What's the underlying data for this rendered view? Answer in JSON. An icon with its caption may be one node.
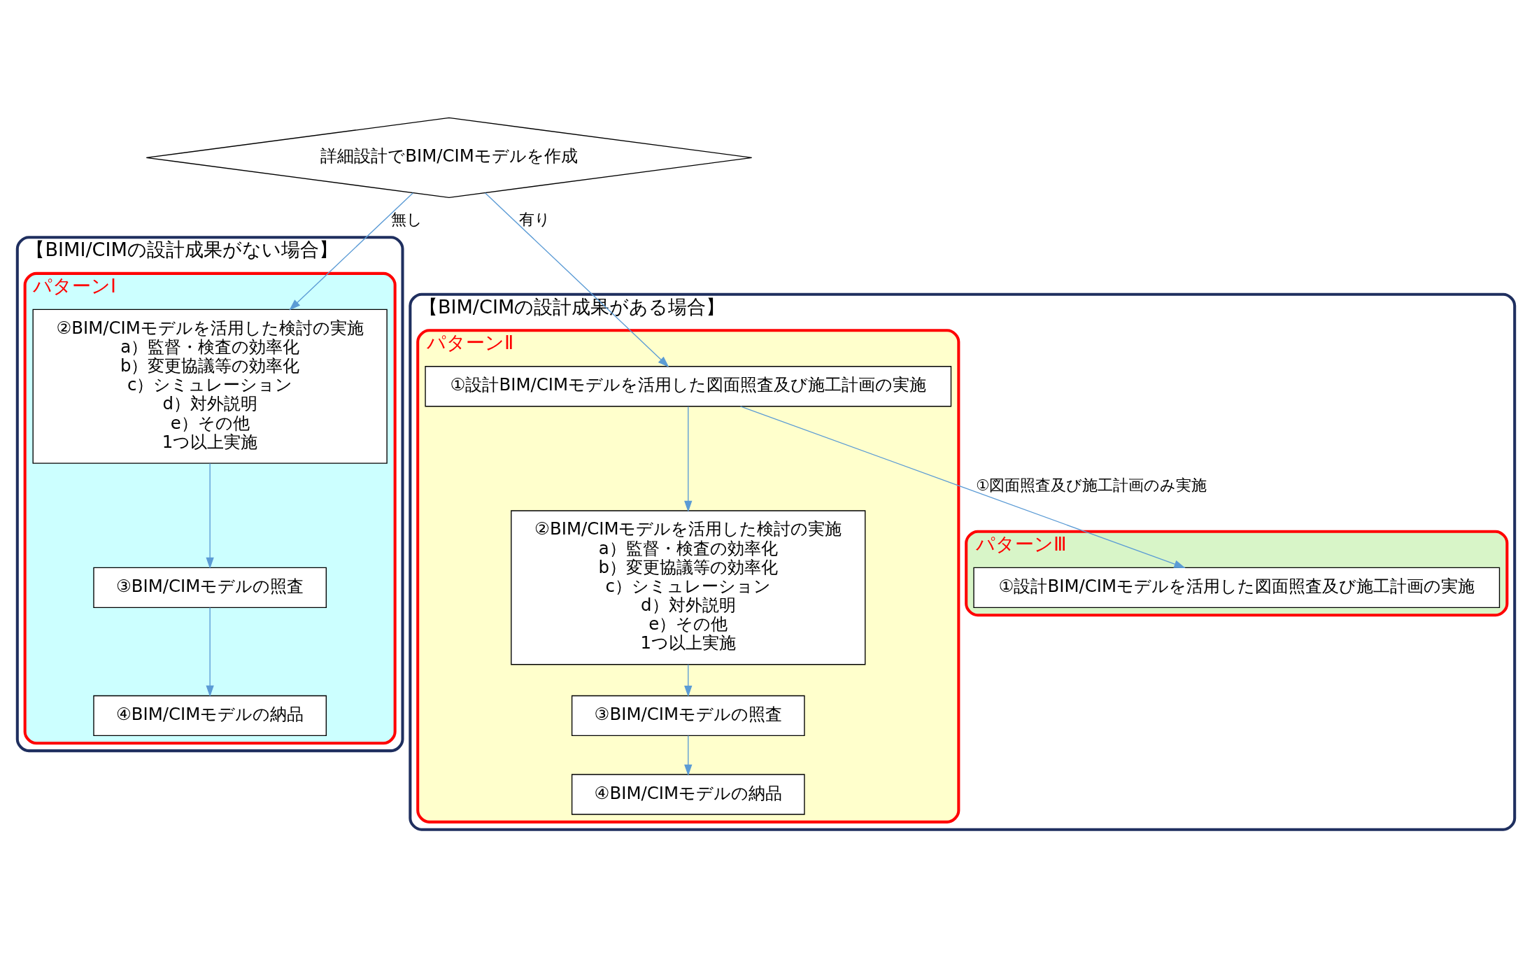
{
  "diagram": {
    "nodes": [
      {
        "text": [
          "詳細設計でBIM/CIMモデルを作成"
        ]
      },
      {
        "text": [
          "【BIMI/CIMの設計成果がない場合】"
        ]
      },
      {
        "text": [
          "パターンⅠ"
        ],
        "in": 1
      },
      {
        "text": [
          "②BIM/CIMモデルを活用した検討の実施",
          "a）監督・検査の効率化",
          "b）変更協議等の効率化",
          "c）シミュレーション",
          "d）対外説明",
          "e）その他",
          "1つ以上実施"
        ],
        "in": 2
      },
      {
        "text": [
          "③BIM/CIMモデルの照査"
        ],
        "in": 2
      },
      {
        "text": [
          "④BIM/CIMモデルの納品"
        ],
        "in": 2
      },
      {
        "text": [
          "【BIM/CIMの設計成果がある場合】"
        ]
      },
      {
        "text": [
          "パターンⅡ"
        ],
        "in": 6
      },
      {
        "text": [
          "①設計BIM/CIMモデルを活用した図面照査及び施工計画の実施"
        ],
        "in": 7
      },
      {
        "text": [
          "②BIM/CIMモデルを活用した検討の実施",
          "a）監督・検査の効率化",
          "b）変更協議等の効率化",
          "c）シミュレーション",
          "d）対外説明",
          "e）その他",
          "1つ以上実施"
        ],
        "in": 7
      },
      {
        "text": [
          "③BIM/CIMモデルの照査"
        ],
        "in": 7
      },
      {
        "text": [
          "④BIM/CIMモデルの納品"
        ],
        "in": 7
      },
      {
        "text": [
          "パターンⅢ"
        ],
        "in": 6
      },
      {
        "text": [
          "①設計BIM/CIMモデルを活用した図面照査及び施工計画の実施"
        ],
        "in": 12
      }
    ],
    "edges": [
      {
        "from": 0,
        "to": 3,
        "arrow": "to",
        "label": "無し"
      },
      {
        "from": 0,
        "to": 8,
        "arrow": "to",
        "label": "有り"
      },
      {
        "from": 3,
        "to": 4,
        "arrow": "to"
      },
      {
        "from": 4,
        "to": 5,
        "arrow": "to"
      },
      {
        "from": 8,
        "to": 9,
        "arrow": "to"
      },
      {
        "from": 9,
        "to": 10,
        "arrow": "to"
      },
      {
        "from": 10,
        "to": 11,
        "arrow": "to"
      },
      {
        "from": 8,
        "to": 13,
        "arrow": "to",
        "label": "①図面照査及び施工計画のみ実施"
      }
    ]
  }
}
